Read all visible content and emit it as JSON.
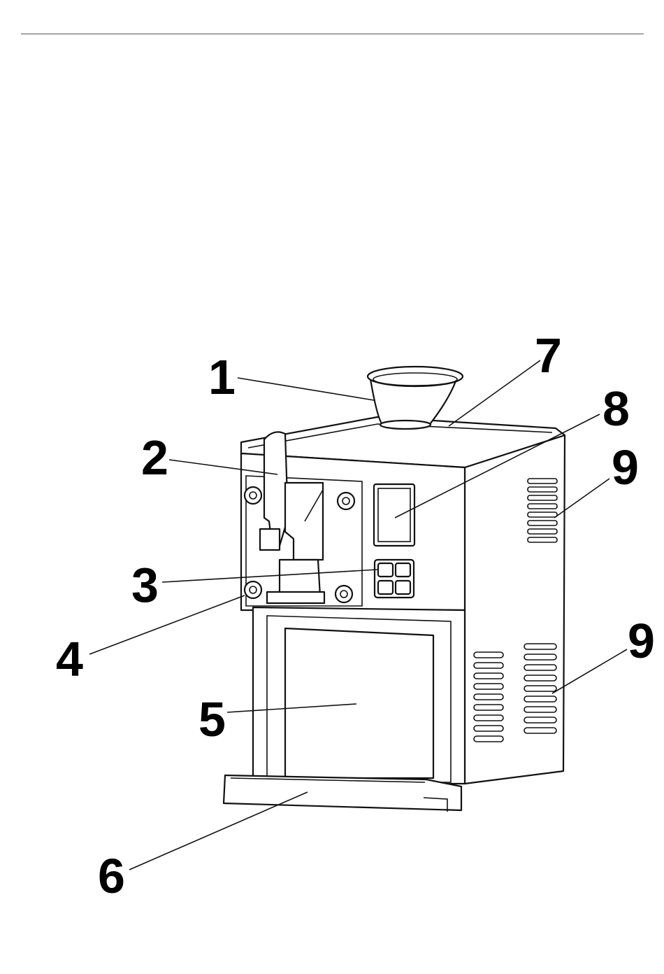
{
  "callouts": [
    {
      "id": "1",
      "text": "1"
    },
    {
      "id": "2",
      "text": "2"
    },
    {
      "id": "3",
      "text": "3"
    },
    {
      "id": "4",
      "text": "4"
    },
    {
      "id": "5",
      "text": "5"
    },
    {
      "id": "6",
      "text": "6"
    },
    {
      "id": "7",
      "text": "7"
    },
    {
      "id": "8",
      "text": "8"
    },
    {
      "id": "9a",
      "text": "9"
    },
    {
      "id": "9b",
      "text": "9"
    }
  ]
}
